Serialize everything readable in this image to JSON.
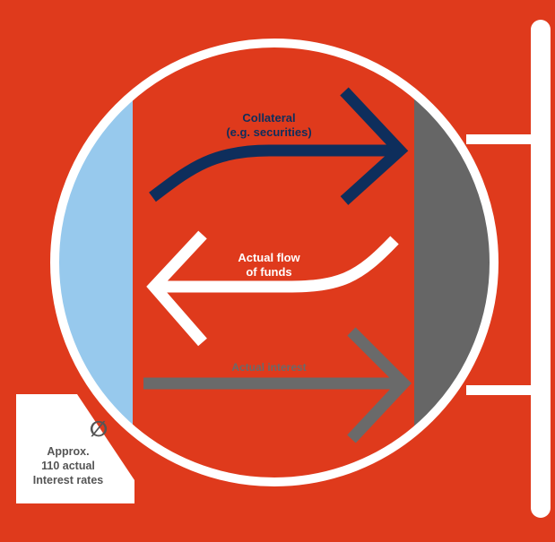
{
  "colors": {
    "background": "#df3a1c",
    "circle_outline": "#ffffff",
    "left_segment": "#97c9ed",
    "right_segment": "#666666",
    "collateral_arrow": "#0e2e5c",
    "funds_arrow": "#ffffff",
    "interest_arrow": "#6a6a6a"
  },
  "labels": {
    "collateral_line1": "Collateral",
    "collateral_line2": "(e.g. securities)",
    "funds_line1": "Actual flow",
    "funds_line2": "of funds",
    "interest": "Actual interest",
    "avg_symbol": "∅",
    "approx_line1": "Approx.",
    "approx_line2": "110 actual",
    "approx_line3": "Interest rates"
  }
}
